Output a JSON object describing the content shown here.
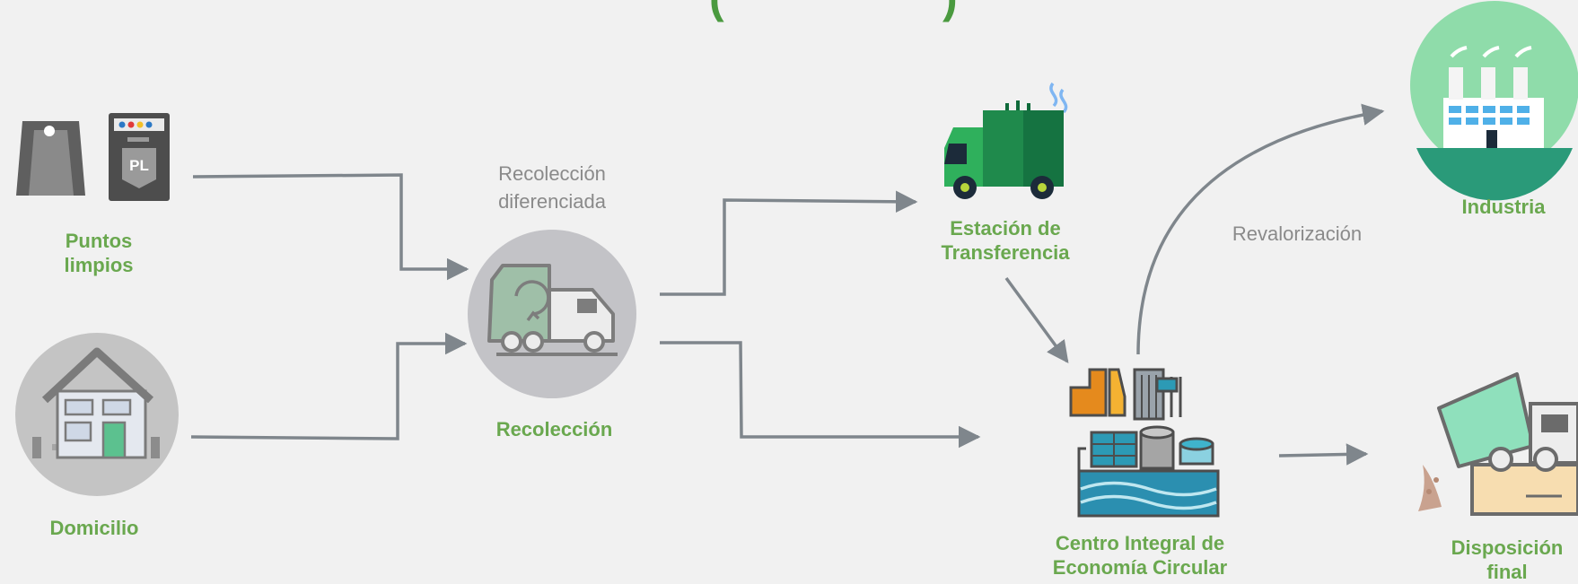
{
  "title_fragment": {
    "left": "(",
    "right": ")"
  },
  "nodes": {
    "puntos_limpios": "Puntos limpios",
    "domicilio": "Domicilio",
    "recoleccion": "Recolección",
    "estacion": "Estación de Transferencia",
    "centro": "Centro Integral de Economía Circular",
    "industria": "Industria",
    "disposicion": "Disposición final"
  },
  "edge_labels": {
    "recoleccion_diferenciada": "Recolección diferenciada",
    "revalorizacion": "Revalorización"
  },
  "bin_label": "PL",
  "colors": {
    "label_green": "#6aa84f",
    "arrow": "#7f868c",
    "truck_green": "#1f8a4c",
    "factory_bg": "#8fdcaa"
  }
}
